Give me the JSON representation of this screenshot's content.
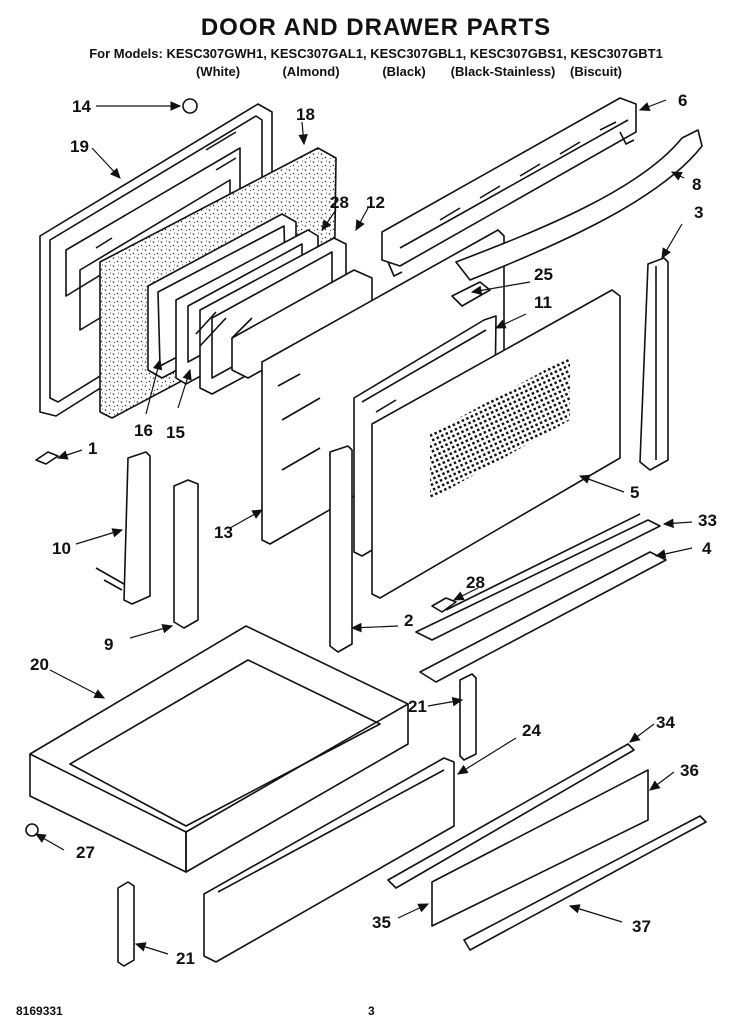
{
  "header": {
    "title": "DOOR AND DRAWER PARTS",
    "models_line": "For Models: KESC307GWH1, KESC307GAL1, KESC307GBL1, KESC307GBS1, KESC307GBT1",
    "colors": [
      "(White)",
      "(Almond)",
      "(Black)",
      "(Black-Stainless)",
      "(Biscuit)"
    ]
  },
  "callouts": {
    "c14": "14",
    "c18": "18",
    "c19": "19",
    "c6": "6",
    "c8": "8",
    "c28a": "28",
    "c12": "12",
    "c3": "3",
    "c25": "25",
    "c11": "11",
    "c16": "16",
    "c15": "15",
    "c1": "1",
    "c5": "5",
    "c13": "13",
    "c10": "10",
    "c33": "33",
    "c4": "4",
    "c28b": "28",
    "c9": "9",
    "c2": "2",
    "c20": "20",
    "c21a": "21",
    "c24": "24",
    "c34": "34",
    "c36": "36",
    "c27": "27",
    "c35": "35",
    "c37": "37",
    "c21b": "21"
  },
  "footer": {
    "doc_number": "8169331",
    "page_number": "3"
  },
  "colors": {
    "ink": "#111111",
    "paper": "#ffffff"
  }
}
